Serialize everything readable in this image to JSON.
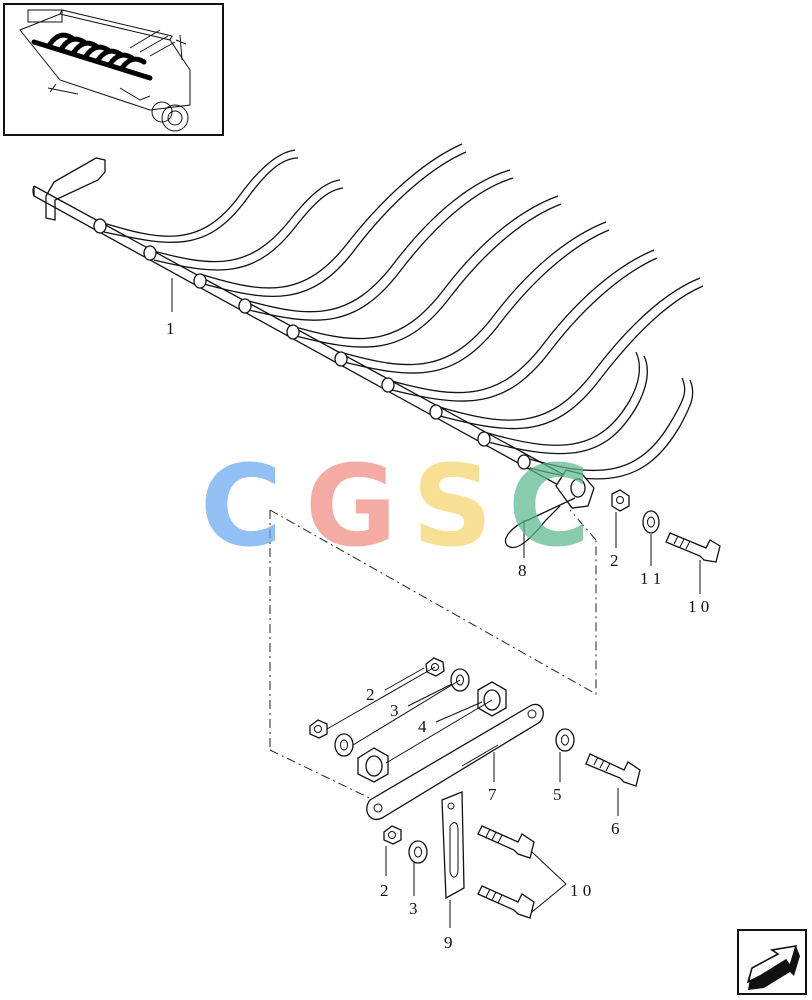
{
  "callouts": {
    "c1": "1",
    "c2a": "2",
    "c2b": "2",
    "c2c": "2",
    "c3a": "3",
    "c3b": "3",
    "c4": "4",
    "c5": "5",
    "c6": "6",
    "c7": "7",
    "c8": "8",
    "c9": "9",
    "c10a": "1 0",
    "c10b": "1 0",
    "c11": "1 1"
  },
  "watermark": {
    "letters": [
      "C",
      "G",
      "S",
      "C"
    ],
    "colors": [
      "#6aa8f0",
      "#f08c80",
      "#f5d36a",
      "#5cb88e"
    ]
  },
  "nav_icon": "next-page-arrow-icon"
}
